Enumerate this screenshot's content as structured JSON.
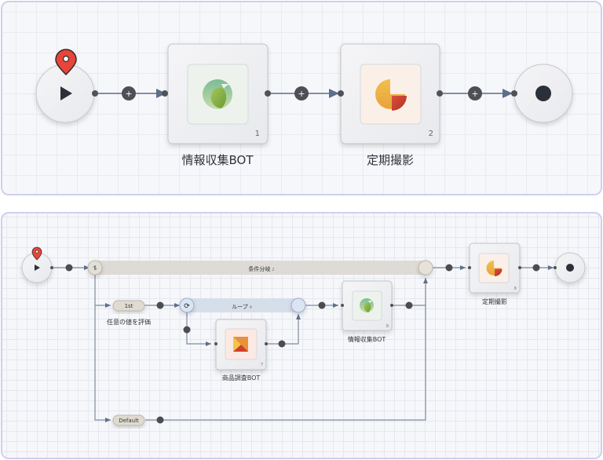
{
  "colors": {
    "panel_border": "#cfd0ee",
    "canvas_bg": "#f6f7fa",
    "edge": "#5d6f8b",
    "pin": "#e8443a",
    "branch_band": "#dedbd6",
    "loop_band": "#d6deea"
  },
  "top_flow": {
    "start": {
      "icon": "play-icon",
      "marker": "location-pin-icon"
    },
    "nodes": [
      {
        "label": "情報収集BOT",
        "index": "1",
        "icon": "green-crescent-icon"
      },
      {
        "label": "定期撮影",
        "index": "2",
        "icon": "orange-pie-icon"
      }
    ],
    "end": {
      "icon": "stop-dot-icon"
    },
    "add_buttons": [
      "+",
      "+",
      "+"
    ]
  },
  "bottom_flow": {
    "start": {
      "icon": "play-icon",
      "marker": "location-pin-icon"
    },
    "branch": {
      "label": "条件分岐",
      "index": "2",
      "icon": "branch-icon"
    },
    "cases": [
      {
        "label": "1st",
        "caption": "任意の値を評価"
      },
      {
        "label": "Default",
        "caption": ""
      }
    ],
    "loop": {
      "label": "ループ",
      "index": "4",
      "icon": "loop-icon"
    },
    "nodes": [
      {
        "label": "商品調査BOT",
        "index": "7",
        "icon": "orange-triangle-icon"
      },
      {
        "label": "情報収集BOT",
        "index": "8",
        "icon": "green-crescent-icon"
      },
      {
        "label": "定期撮影",
        "index": "6",
        "icon": "orange-pie-icon"
      }
    ],
    "end": {
      "icon": "stop-dot-icon"
    }
  }
}
